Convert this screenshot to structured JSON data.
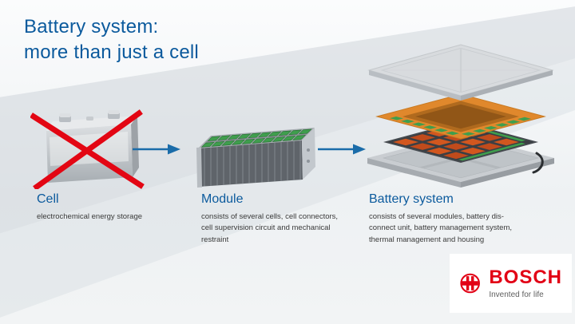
{
  "page": {
    "title_line1": "Battery system:",
    "title_line2": "more than just a cell"
  },
  "items": [
    {
      "label": "Cell",
      "caption": "electrochemical energy storage"
    },
    {
      "label": "Module",
      "caption": "consists of several cells, cell connectors,\ncell supervision circuit and mechanical\nrestraint"
    },
    {
      "label": "Battery system",
      "caption": "consists of several modules, battery dis-\nconnect unit, battery management system,\nthermal management and housing"
    }
  ],
  "logo": {
    "brand": "BOSCH",
    "tagline": "Invented for life"
  },
  "colors": {
    "bosch_blue": "#0b5a9d",
    "bosch_red": "#e20015",
    "arrow_blue": "#1a6ca9",
    "cross_red": "#e30613"
  }
}
